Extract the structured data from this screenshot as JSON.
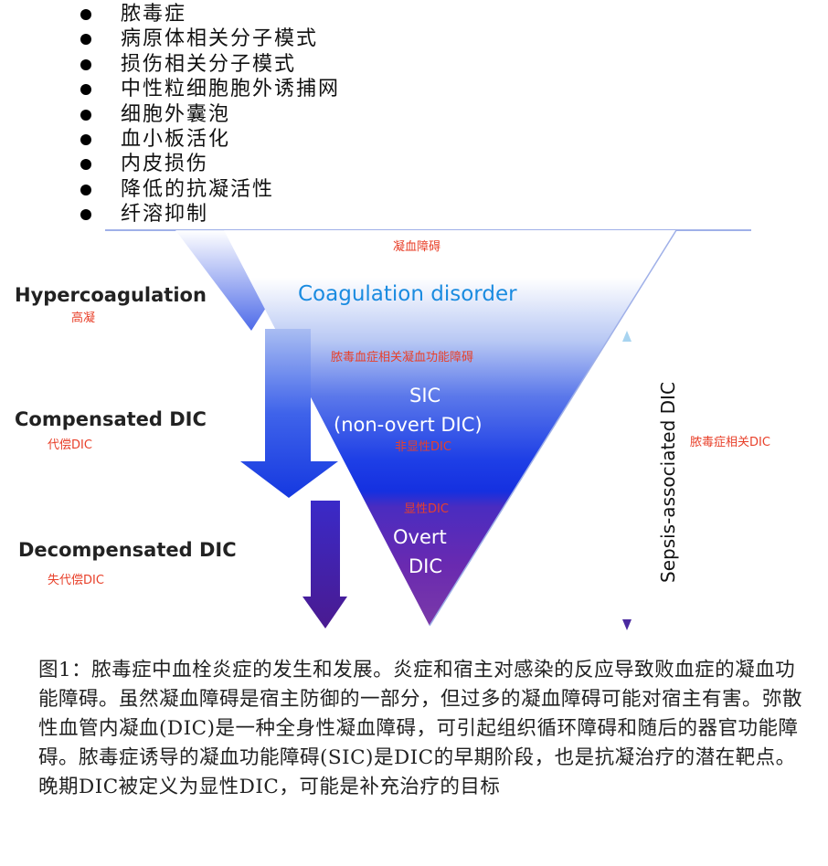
{
  "bullets": [
    "脓毒症",
    "病原体相关分子模式",
    "损伤相关分子模式",
    "中性粒细胞胞外诱捕网",
    "细胞外囊泡",
    "血小板活化",
    "内皮损伤",
    "降低的抗凝活性",
    "纤溶抑制"
  ],
  "labels": {
    "top_cn": "凝血障碍",
    "coagulation_disorder": "Coagulation disorder",
    "hypercoag_en": "Hypercoagulation",
    "hypercoag_cn": "高凝",
    "sic_cn": "脓毒血症相关凝血功能障碍",
    "sic_en1": "SIC",
    "sic_en2": "(non-overt DIC)",
    "sic_cn2": "非显性DIC",
    "comp_en": "Compensated DIC",
    "comp_cn": "代偿DIC",
    "overt_cn": "显性DIC",
    "overt_en1": "Overt",
    "overt_en2": "DIC",
    "decomp_en": "Decompensated DIC",
    "decomp_cn": "失代偿DIC",
    "sepsis_en": "Sepsis-associated DIC",
    "sepsis_cn": "脓毒症相关DIC"
  },
  "caption": "图1：脓毒症中血栓炎症的发生和发展。炎症和宿主对感染的反应导致败血症的凝血功能障碍。虽然凝血障碍是宿主防御的一部分，但过多的凝血障碍可能对宿主有害。弥散性血管内凝血(DIC)是一种全身性凝血障碍，可引起组织循环障碍和随后的器官功能障碍。脓毒症诱导的凝血功能障碍(SIC)是DIC的早期阶段，也是抗凝治疗的潜在靶点。晚期DIC被定义为显性DIC，可能是补充治疗的目标",
  "colors": {
    "blue": "#1030e0",
    "purple": "#5a1fa8",
    "red_label": "#e8402a",
    "accent_blue": "#1a8be0"
  }
}
